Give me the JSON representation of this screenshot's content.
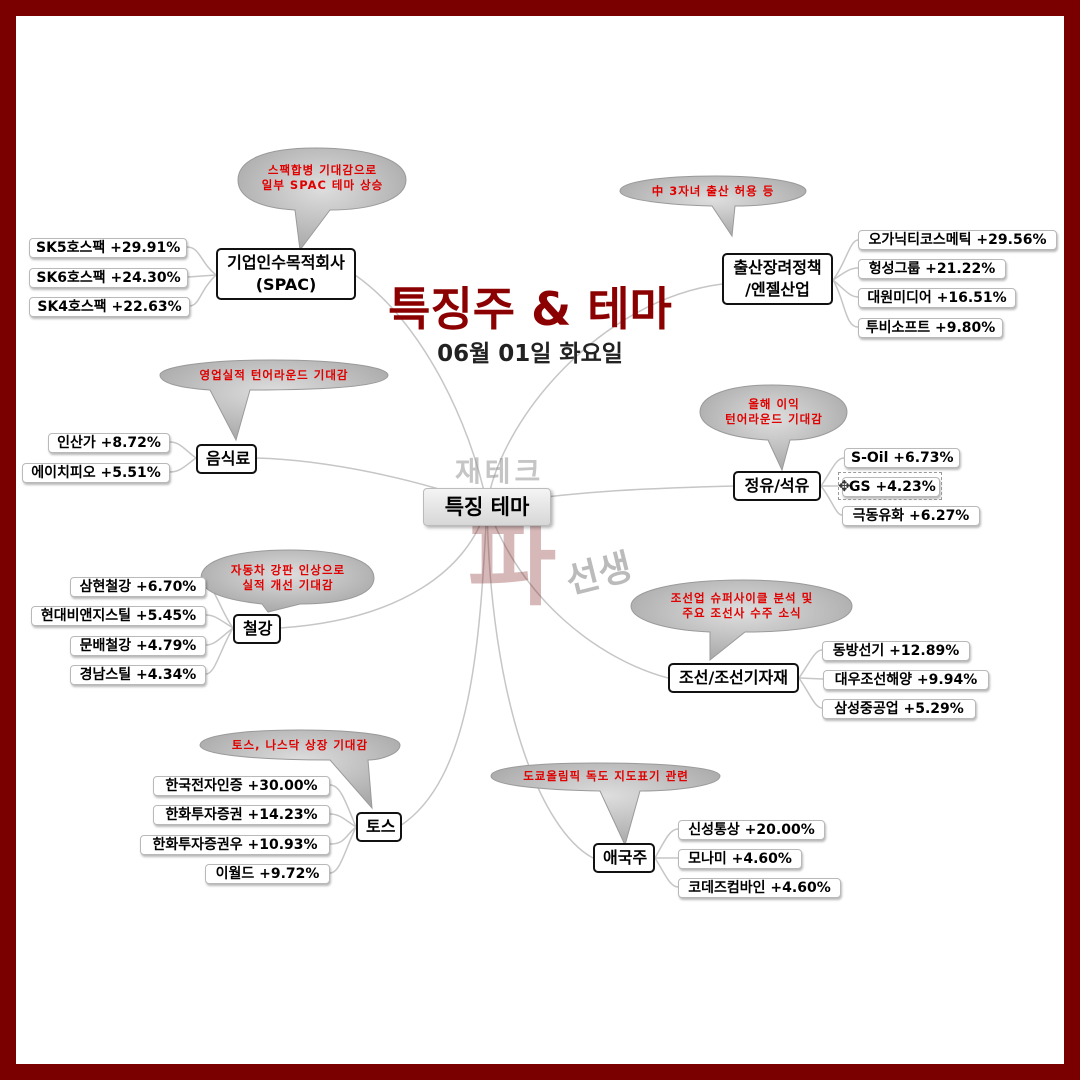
{
  "title": "특징주 & 테마",
  "date": "06월 01일 화요일",
  "center_label": "특징 테마",
  "watermark": [
    "재테크",
    "파",
    "선생"
  ],
  "topics": [
    {
      "label": "기업인수목적회사\n(SPAC)",
      "callout": "스팩합병 기대감으로\n일부 SPAC 테마 상승",
      "leaves": [
        "SK5호스팩 +29.91%",
        "SK6호스팩 +24.30%",
        "SK4호스팩 +22.63%"
      ]
    },
    {
      "label": "출산장려정책\n/엔젤산업",
      "callout": "中 3자녀 출산 허용 등",
      "leaves": [
        "오가닉티코스메틱 +29.56%",
        "헝성그룹 +21.22%",
        "대원미디어 +16.51%",
        "투비소프트 +9.80%"
      ]
    },
    {
      "label": "음식료",
      "callout": "영업실적 턴어라운드 기대감",
      "leaves": [
        "인산가 +8.72%",
        "에이치피오 +5.51%"
      ]
    },
    {
      "label": "정유/석유",
      "callout": "올해 이익\n턴어라운드 기대감",
      "leaves": [
        "S-Oil +6.73%",
        "GS +4.23%",
        "극동유화 +6.27%"
      ]
    },
    {
      "label": "철강",
      "callout": "자동차 강판 인상으로\n실적 개선 기대감",
      "leaves": [
        "삼현철강 +6.70%",
        "현대비앤지스틸 +5.45%",
        "문배철강 +4.79%",
        "경남스틸 +4.34%"
      ]
    },
    {
      "label": "조선/조선기자재",
      "callout": "조선업 슈퍼사이클 분석 및\n주요 조선사 수주 소식",
      "leaves": [
        "동방선기 +12.89%",
        "대우조선해양 +9.94%",
        "삼성중공업 +5.29%"
      ]
    },
    {
      "label": "토스",
      "callout": "토스, 나스닥 상장 기대감",
      "leaves": [
        "한국전자인증 +30.00%",
        "한화투자증권 +14.23%",
        "한화투자증권우 +10.93%",
        "이월드 +9.72%"
      ]
    },
    {
      "label": "애국주",
      "callout": "도쿄올림픽 독도 지도표기 관련",
      "leaves": [
        "신성통상 +20.00%",
        "모나미 +4.60%",
        "코데즈컴바인 +4.60%"
      ]
    }
  ],
  "colors": {
    "frame": "#7a0000",
    "title": "#8b0000",
    "callout_text": "#e00000",
    "callout_fill": "#b9b9b9"
  },
  "icons": [
    "move-icon"
  ]
}
